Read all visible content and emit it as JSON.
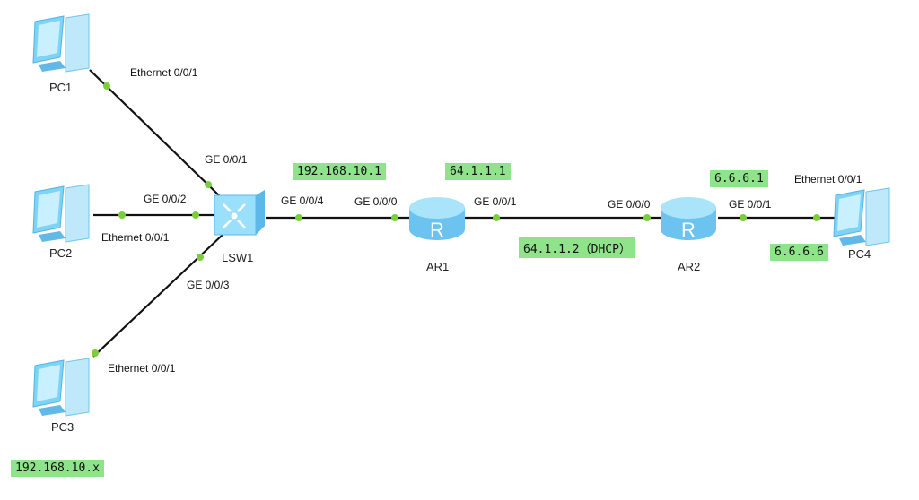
{
  "colors": {
    "link": "#111111",
    "port_dot": "#7ccd3c",
    "ip_tag": "#8fe38a",
    "device": "#7fd3f5"
  },
  "devices": {
    "pc1": {
      "name": "PC1",
      "port": "Ethernet 0/0/1"
    },
    "pc2": {
      "name": "PC2",
      "port": "Ethernet 0/0/1"
    },
    "pc3": {
      "name": "PC3",
      "port": "Ethernet 0/0/1"
    },
    "pc4": {
      "name": "PC4",
      "port": "Ethernet 0/0/1"
    },
    "lsw1": {
      "name": "LSW1",
      "ports": [
        "GE 0/0/1",
        "GE 0/0/2",
        "GE 0/0/3",
        "GE 0/0/4"
      ]
    },
    "ar1": {
      "name": "AR1",
      "ports": [
        "GE 0/0/0",
        "GE 0/0/1"
      ]
    },
    "ar2": {
      "name": "AR2",
      "ports": [
        "GE 0/0/0",
        "GE 0/0/1"
      ]
    }
  },
  "ip_tags": {
    "ar1_lan": "192.168.10.1",
    "ar1_wan": "64.1.1.1",
    "ar2_wan": "64.1.1.2（DHCP）",
    "ar2_lan": "6.6.6.1",
    "pc4": "6.6.6.6",
    "pcs_lan": "192.168.10.x"
  }
}
